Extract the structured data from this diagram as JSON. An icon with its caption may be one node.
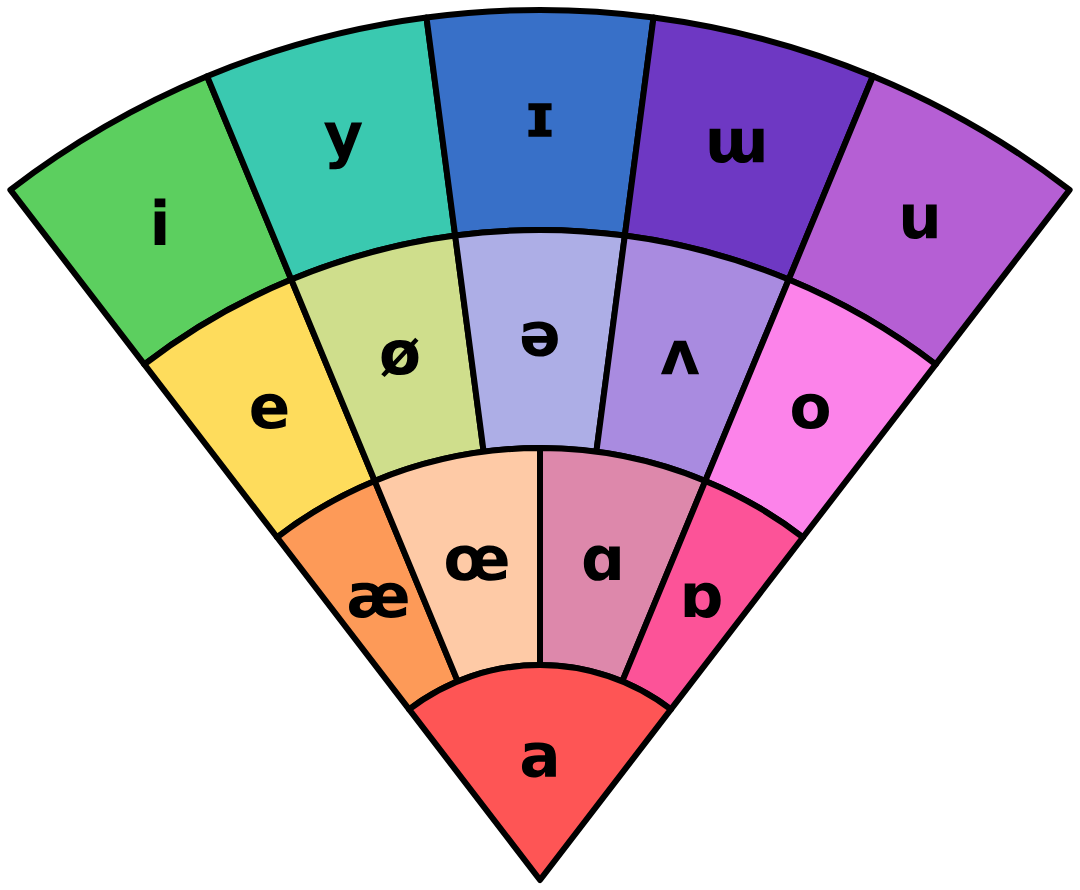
{
  "diagram": {
    "nodes": [
      {
        "text": [
          "i"
        ]
      },
      {
        "text": [
          "y"
        ]
      },
      {
        "text": [
          "ɪ"
        ]
      },
      {
        "text": [
          "ɯ"
        ]
      },
      {
        "text": [
          "u"
        ]
      },
      {
        "text": [
          "e"
        ]
      },
      {
        "text": [
          "ø"
        ]
      },
      {
        "text": [
          "ə"
        ]
      },
      {
        "text": [
          "ʌ"
        ]
      },
      {
        "text": [
          "o"
        ]
      },
      {
        "text": [
          "æ"
        ]
      },
      {
        "text": [
          "œ"
        ]
      },
      {
        "text": [
          "ɑ"
        ]
      },
      {
        "text": [
          "ɒ"
        ]
      },
      {
        "text": [
          "a"
        ]
      }
    ]
  }
}
